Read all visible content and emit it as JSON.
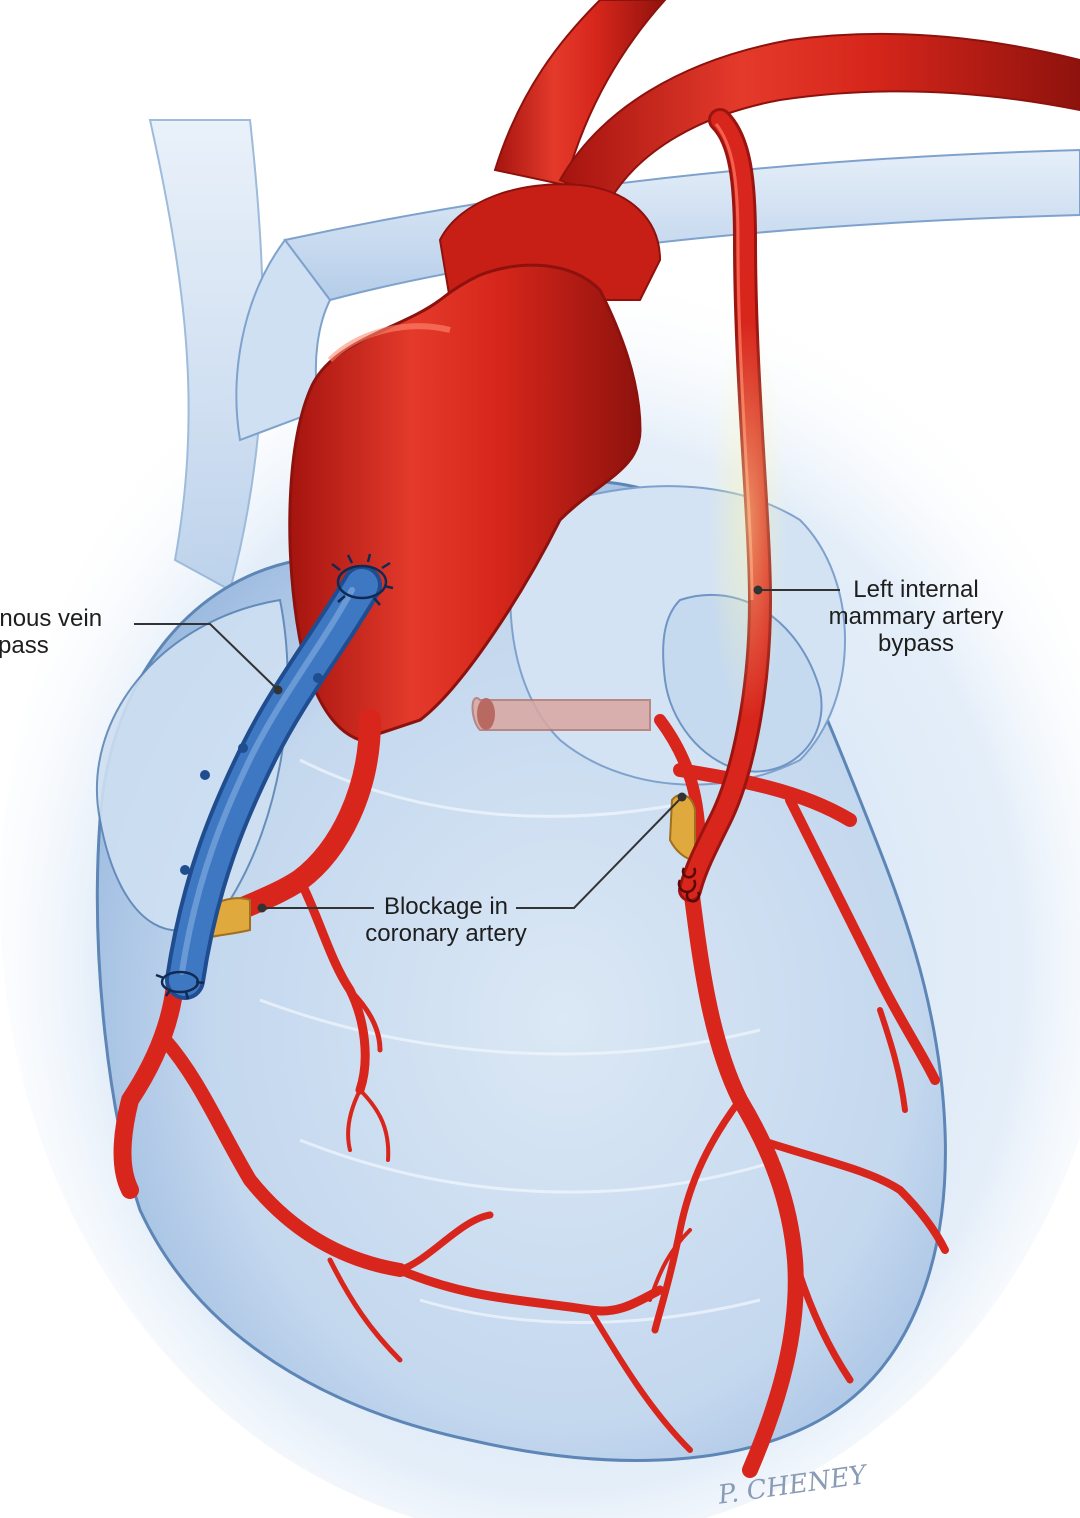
{
  "labels": {
    "saphenous": [
      "enous vein",
      "ypass"
    ],
    "lima": [
      "Left internal",
      "mammary artery",
      "bypass"
    ],
    "blockage": [
      "Blockage in",
      "coronary artery"
    ]
  },
  "signature": "P. CHENEY",
  "colors": {
    "background": "#ffffff",
    "heart": "#c9dcef",
    "heart_outline": "#5d86b6",
    "vessel_pale": "#d8e6f4",
    "artery": "#d8261c",
    "artery_dark": "#9c1410",
    "vein_graft": "#3f78c2",
    "vein_graft_dark": "#1f4d8f",
    "blockage": "#e0a93e",
    "leader": "#333333"
  }
}
